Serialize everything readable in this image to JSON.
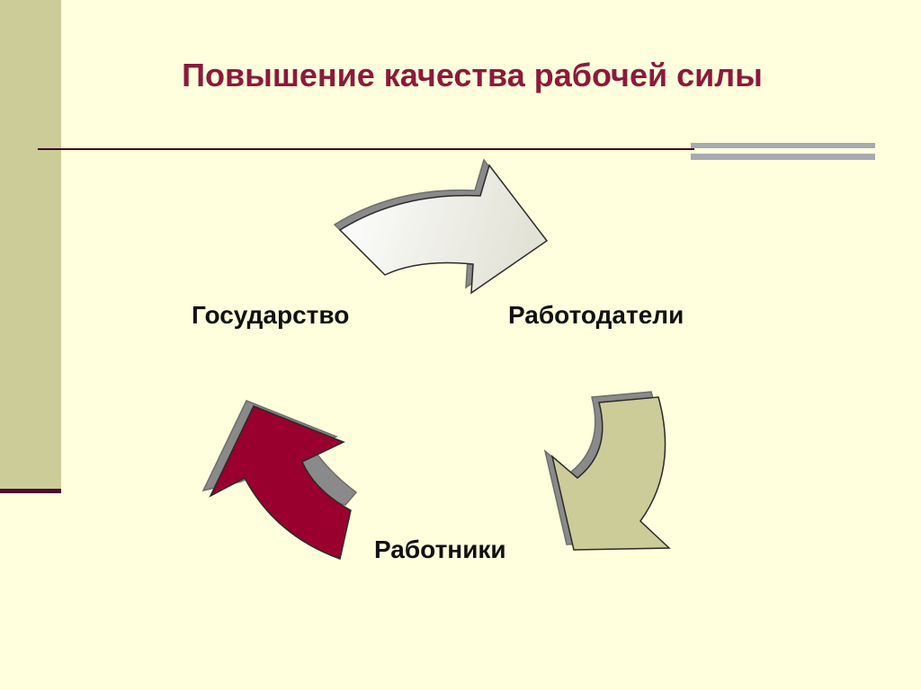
{
  "slide": {
    "title": "Повышение качества рабочей силы"
  },
  "cycle": {
    "nodes": [
      {
        "label": "Государство"
      },
      {
        "label": "Работодатели"
      },
      {
        "label": "Работники"
      }
    ]
  },
  "colors": {
    "background": "#FFFFDD",
    "side_bar": "#CCCC99",
    "title": "#8B1A3A",
    "arrow_top": "#EFEFE6",
    "arrow_right": "#CCCC99",
    "arrow_left": "#99002E"
  }
}
